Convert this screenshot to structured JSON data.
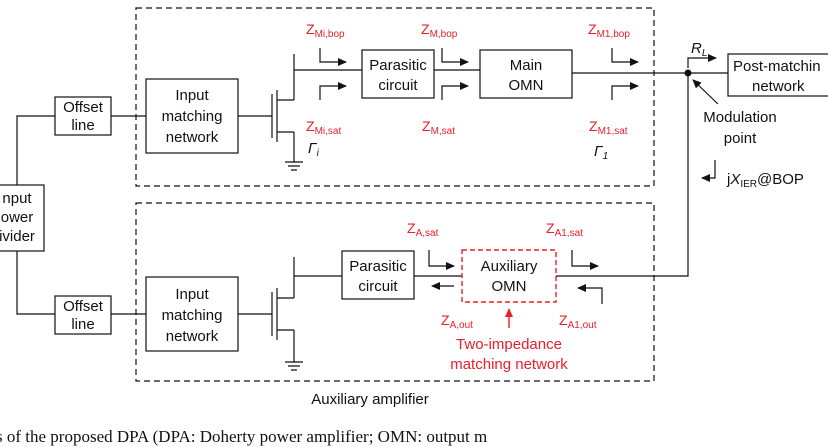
{
  "colors": {
    "annotation": "#e8202a",
    "line": "#111111"
  },
  "blocks": {
    "input_divider": [
      "nput",
      "ower",
      "ivider"
    ],
    "offset_top": [
      "Offset",
      "line"
    ],
    "offset_bottom": [
      "Offset",
      "line"
    ],
    "input_match_top": [
      "Input",
      "matching",
      "network"
    ],
    "input_match_bottom": [
      "Input",
      "matching",
      "network"
    ],
    "parasitic_top": [
      "Parasitic",
      "circuit"
    ],
    "parasitic_bottom": [
      "Parasitic",
      "circuit"
    ],
    "main_omn": [
      "Main",
      "OMN"
    ],
    "aux_omn": [
      "Auxiliary",
      "OMN"
    ],
    "post_matching": [
      "Post-matchin",
      "network"
    ]
  },
  "labels": {
    "RL": {
      "base": "R",
      "sub": "L"
    },
    "modulation_point": [
      "Modulation",
      "point"
    ],
    "jx": {
      "prefix": "j",
      "X": "X",
      "sub": "IER",
      "suffix": "@BOP"
    },
    "gamma_i": {
      "g": "Γ",
      "sub": "i"
    },
    "gamma_1": {
      "g": "Γ",
      "sub": "1"
    },
    "aux_amp": "Auxiliary amplifier",
    "two_impedance": [
      "Two-impedance",
      "matching network"
    ]
  },
  "impedances": {
    "zmi_bop": {
      "z": "Z",
      "sub": "Mi,bop"
    },
    "zmi_sat": {
      "z": "Z",
      "sub": "Mi,sat"
    },
    "zm_bop": {
      "z": "Z",
      "sub": "M,bop"
    },
    "zm_sat": {
      "z": "Z",
      "sub": "M,sat"
    },
    "zm1_bop": {
      "z": "Z",
      "sub": "M1,bop"
    },
    "zm1_sat": {
      "z": "Z",
      "sub": "M1,sat"
    },
    "za_sat": {
      "z": "Z",
      "sub": "A,sat"
    },
    "za_out": {
      "z": "Z",
      "sub": "A,out"
    },
    "za1_sat": {
      "z": "Z",
      "sub": "A1,sat"
    },
    "za1_out": {
      "z": "Z",
      "sub": "A1,out"
    }
  },
  "caption": "s of the proposed DPA (DPA: Doherty power amplifier; OMN: output m"
}
